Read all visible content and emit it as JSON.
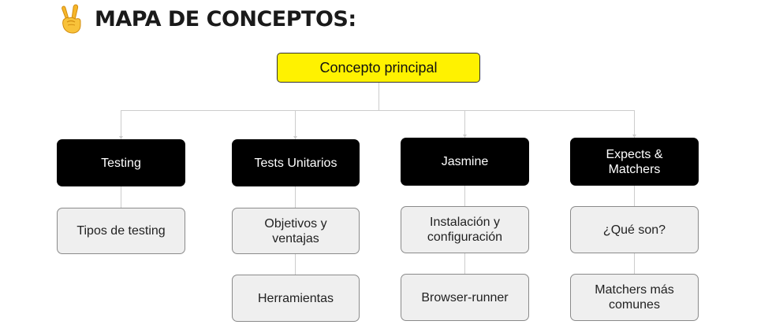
{
  "title": {
    "icon": "victory-hand-icon",
    "text": "MAPA DE CONCEPTOS:"
  },
  "colors": {
    "main_fill": "#fff200",
    "category_fill": "#000000",
    "sub_fill": "#efefef",
    "line": "#cccccc"
  },
  "main": {
    "label": "Concepto principal"
  },
  "categories": [
    {
      "label": "Testing",
      "subs": [
        "Tipos de testing"
      ]
    },
    {
      "label": "Tests Unitarios",
      "subs": [
        "Objetivos y\nventajas",
        "Herramientas"
      ]
    },
    {
      "label": "Jasmine",
      "subs": [
        "Instalación y\nconfiguración",
        "Browser-runner"
      ]
    },
    {
      "label": "Expects &\nMatchers",
      "subs": [
        "¿Qué son?",
        "Matchers más\ncomunes"
      ]
    }
  ]
}
